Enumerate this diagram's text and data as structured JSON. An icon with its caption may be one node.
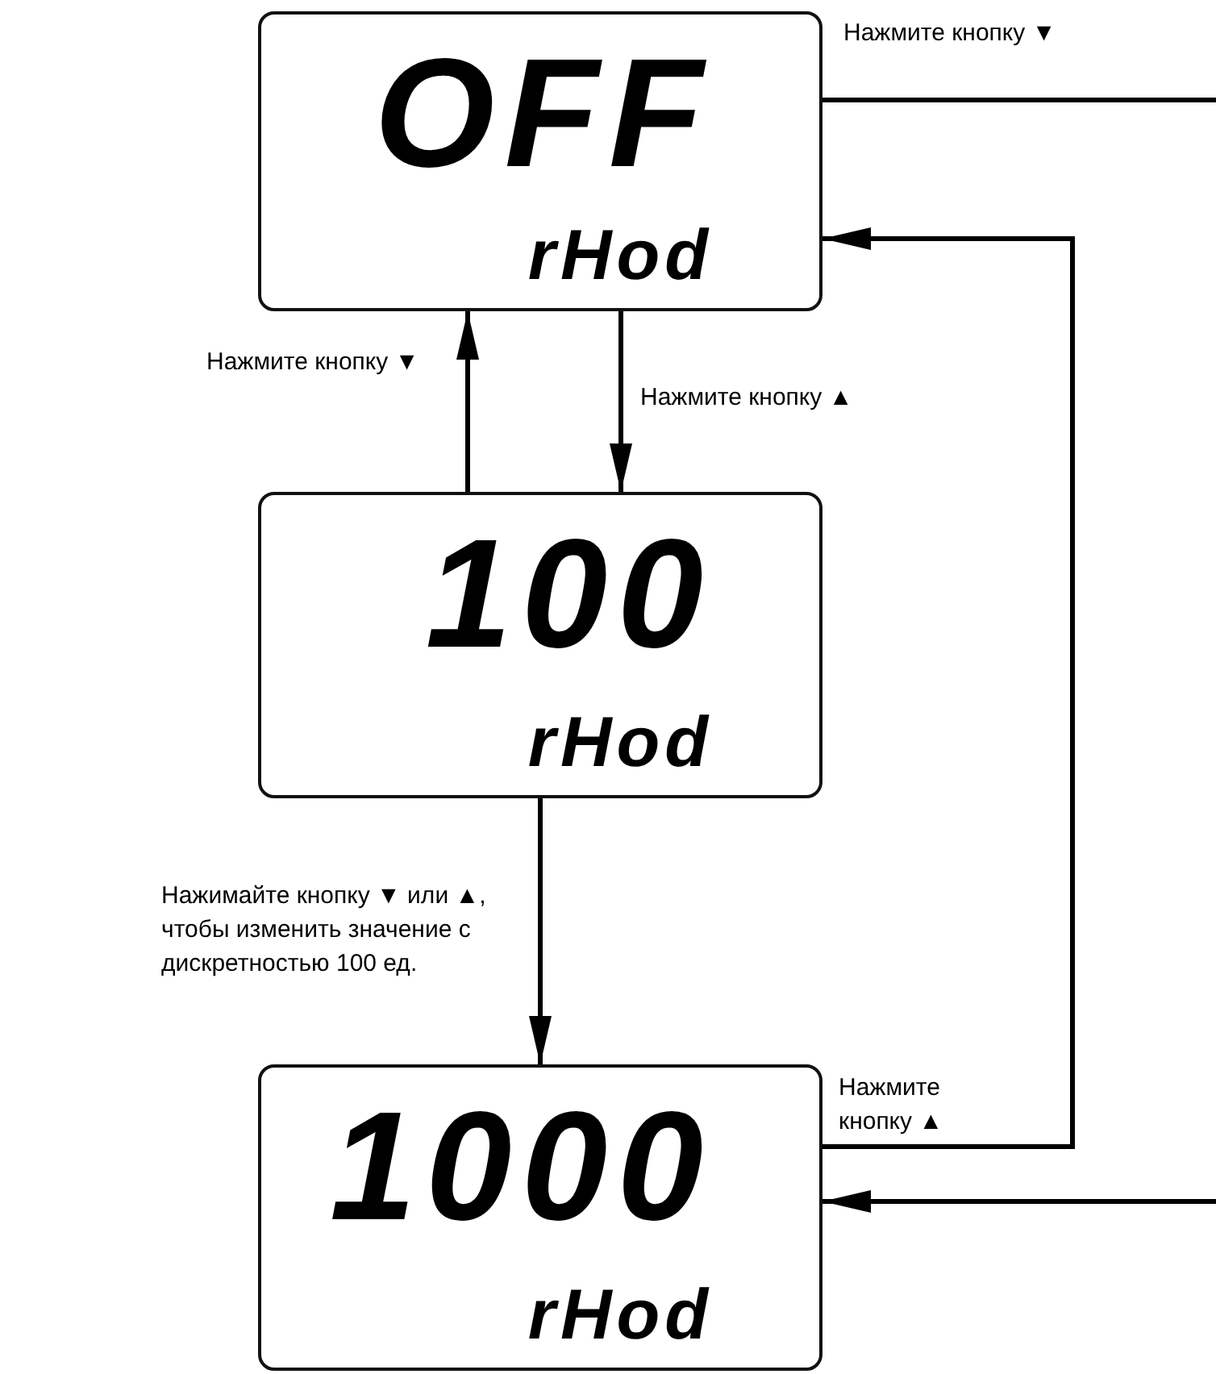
{
  "diagram": {
    "nodes": [
      {
        "text": [
          "OFF",
          "rHod"
        ]
      },
      {
        "text": [
          "100",
          "rHod"
        ]
      },
      {
        "text": [
          "1000",
          "rHod"
        ]
      }
    ],
    "edges": [
      {
        "from": 1,
        "to": 0,
        "arrow": "to",
        "label": "Нажмите кнопку ▼"
      },
      {
        "from": 0,
        "to": 1,
        "arrow": "to",
        "label": "Нажмите кнопку ▲"
      },
      {
        "from": 1,
        "to": 2,
        "arrow": "to",
        "label": "Нажимайте кнопку ▼ или ▲, чтобы изменить значение с дискретностью 100 ед."
      },
      {
        "from": 2,
        "to": 0,
        "arrow": "to",
        "label": "Нажмите кнопку ▲"
      },
      {
        "from": 0,
        "to": null,
        "arrow": "none",
        "label": "Нажмите кнопку ▼"
      },
      {
        "from": null,
        "to": 2,
        "arrow": "to"
      }
    ]
  }
}
